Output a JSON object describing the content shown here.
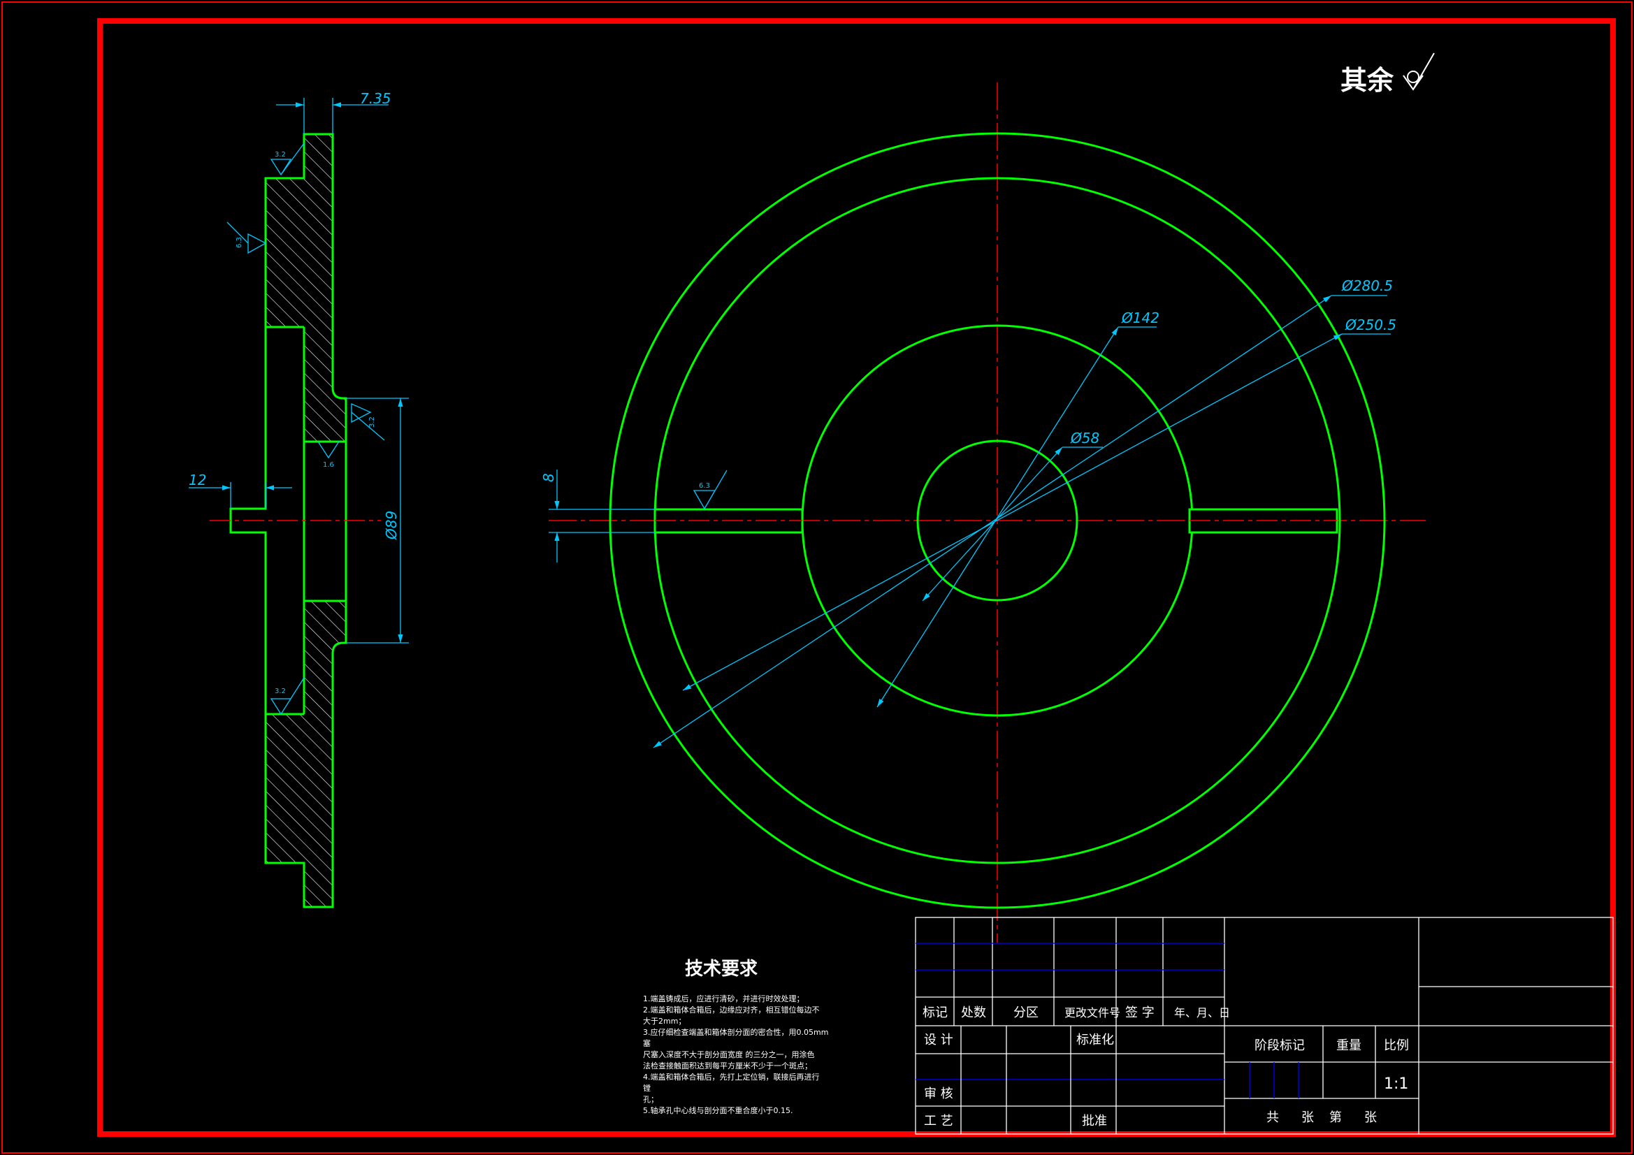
{
  "surface_mark": {
    "label": "其余"
  },
  "dimensions": {
    "top_width": "7.35",
    "hub_bore": "Ø89",
    "boss_len": "12",
    "d280": "Ø280.5",
    "d250": "Ø250.5",
    "d142": "Ø142",
    "d58": "Ø58",
    "slot_w": "8"
  },
  "roughness": {
    "r1": "3.2",
    "r2": "6.3",
    "r3": "3.2",
    "r4": "1.6",
    "r5": "3.2",
    "r6": "6.3"
  },
  "tech": {
    "title": "技术要求",
    "lines": [
      "1.端盖铸成后，应进行清砂，并进行时效处理；",
      "2.端盖和箱体合箱后，边缘应对齐，相互错位每边不",
      "    大于2mm；",
      "3.应仔细检查端盖和箱体剖分面的密合性，用0.05mm",
      "塞",
      "    尺塞入深度不大于剖分面宽度 的三分之一，用涂色",
      "    法检查接触面积达到每平方厘米不少于一个斑点；",
      "4.端盖和箱体合箱后，先打上定位销，联接后再进行",
      "镗",
      "    孔；",
      "5.轴承孔中心线与剖分面不重合度小于0.15."
    ]
  },
  "title_block": {
    "biaoji": "标记",
    "chushu": "处数",
    "fenqu": "分区",
    "genggai": "更改文件号",
    "qianzi": "签 字",
    "nianyueri": "年、月、日",
    "sheji": "设 计",
    "biaozhunhua": "标准化",
    "shenhe": "审 核",
    "gongyi": "工 艺",
    "pizhun": "批准",
    "jieduan": "阶段标记",
    "zhongliang": "重量",
    "bili": "比例",
    "scale": "1:1",
    "gong": "共",
    "zhang1": "张",
    "di": "第",
    "zhang2": "张"
  },
  "colors": {
    "frame": "#ff0000",
    "outline": "#00ff00",
    "dimension": "#00c8ff",
    "centerline": "#ff0000",
    "title_lines": "#ffffff",
    "title_inner": "#0000ff"
  }
}
